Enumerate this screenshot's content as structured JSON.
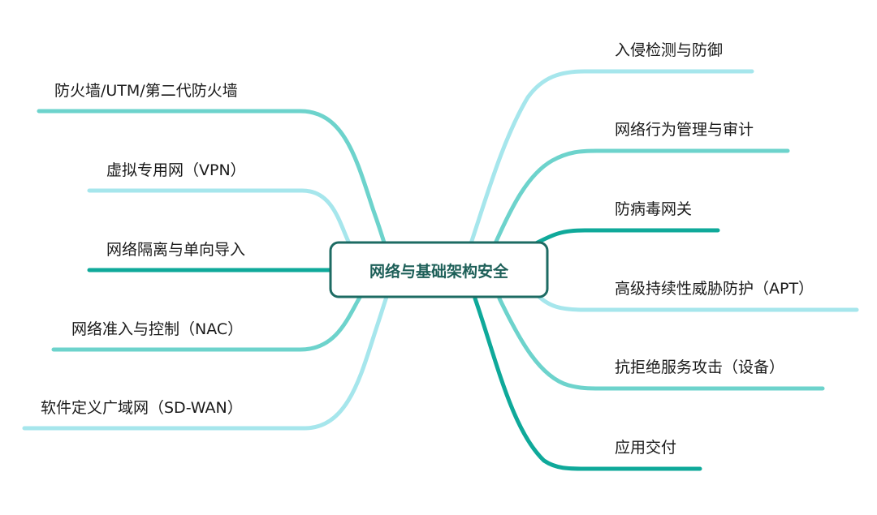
{
  "center": {
    "title": "网络与基础架构安全"
  },
  "colors": {
    "center_border": "#1d6b63",
    "center_text": "#1d5f58",
    "teal_light": "#a6e6ec",
    "teal_mid": "#6dd3cc",
    "teal_dark": "#0fa99a"
  },
  "left_branches": [
    {
      "label": "防火墙/UTM/第二代防火墙",
      "color": "teal_mid"
    },
    {
      "label": "虚拟专用网（VPN）",
      "color": "teal_light"
    },
    {
      "label": "网络隔离与单向导入",
      "color": "teal_dark"
    },
    {
      "label": "网络准入与控制（NAC）",
      "color": "teal_mid"
    },
    {
      "label": "软件定义广域网（SD-WAN）",
      "color": "teal_light"
    }
  ],
  "right_branches": [
    {
      "label": "入侵检测与防御",
      "color": "teal_light"
    },
    {
      "label": "网络行为管理与审计",
      "color": "teal_mid"
    },
    {
      "label": "防病毒网关",
      "color": "teal_dark"
    },
    {
      "label": "高级持续性威胁防护（APT）",
      "color": "teal_light"
    },
    {
      "label": "抗拒绝服务攻击（设备）",
      "color": "teal_mid"
    },
    {
      "label": "应用交付",
      "color": "teal_dark"
    }
  ]
}
